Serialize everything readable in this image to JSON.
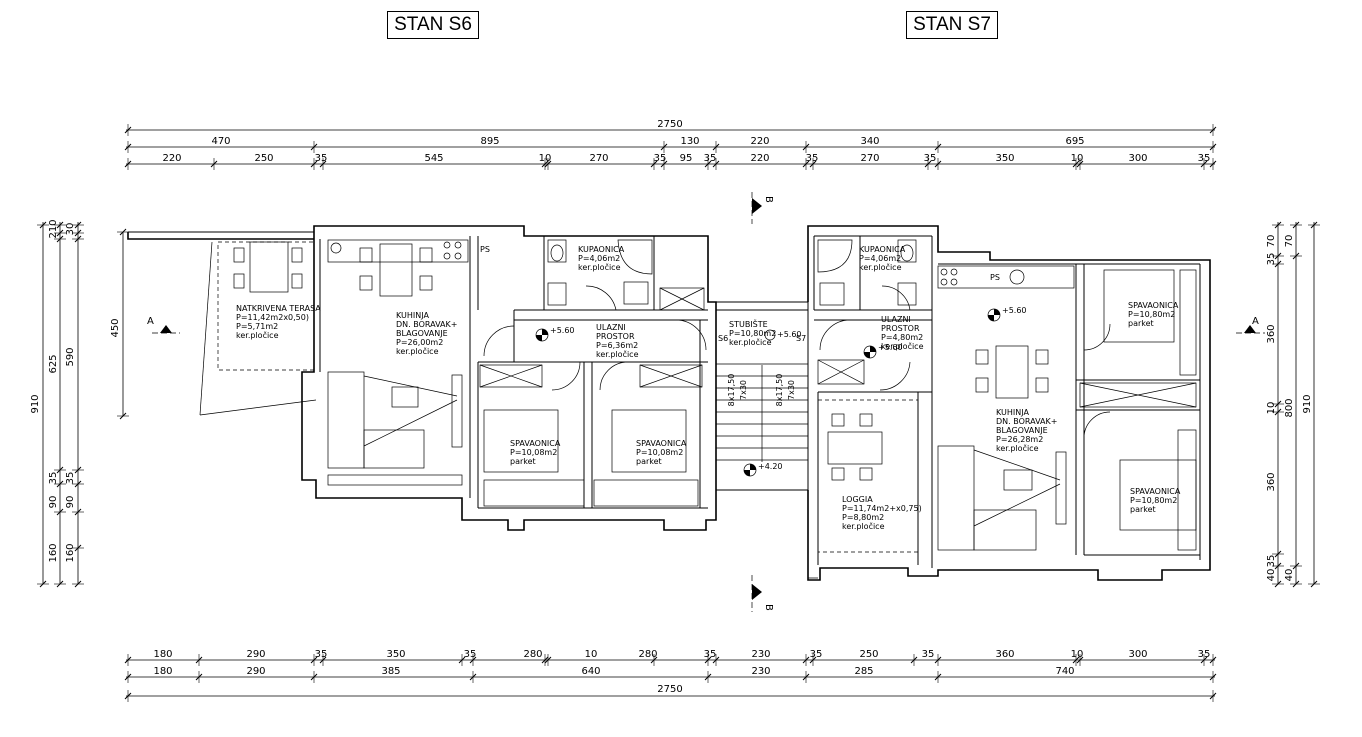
{
  "titles": {
    "s6": "STAN S6",
    "s7": "STAN S7"
  },
  "dims": {
    "total_top": "2750",
    "row2": [
      "470",
      "895",
      "130",
      "220",
      "340",
      "695"
    ],
    "row3": [
      "220",
      "250",
      "35",
      "545",
      "10",
      "270",
      "35",
      "95",
      "35",
      "220",
      "35",
      "270",
      "35",
      "350",
      "10",
      "300",
      "35"
    ],
    "bottom1": [
      "180",
      "290",
      "35",
      "350",
      "35",
      "280",
      "10",
      "280",
      "35",
      "230",
      "35",
      "250",
      "35",
      "360",
      "10",
      "300",
      "35"
    ],
    "bottom2": [
      "180",
      "290",
      "385",
      "640",
      "230",
      "285",
      "740"
    ],
    "total_bottom": "2750",
    "left_outer": "910",
    "left_mid": "625",
    "left_inner": [
      "210",
      "30",
      "30",
      "590",
      "35",
      "90",
      "160"
    ],
    "left_inner2": [
      "30",
      "90",
      "160"
    ],
    "left_terrace": "450",
    "right_outer": "910",
    "right_mid": [
      "70",
      "35",
      "360",
      "10",
      "360",
      "35",
      "40"
    ],
    "right_inner": [
      "70",
      "800",
      "40"
    ]
  },
  "sections": {
    "a": "A",
    "b": "B"
  },
  "rooms": {
    "terasa": {
      "name": "NATKRIVENA TERASA",
      "area": "P=11,42m2x0,50)",
      "area2": "P=5,71m2",
      "floor": "ker.pločice"
    },
    "kuhinja_s6": {
      "name": "KUHINJA",
      "name2": "DN. BORAVAK+",
      "name3": "BLAGOVANJE",
      "area": "P=26,00m2",
      "floor": "ker.pločice"
    },
    "kupaonica_s6": {
      "name": "KUPAONICA",
      "area": "P=4,06m2",
      "floor": "ker.pločice"
    },
    "ulazni_s6": {
      "name": "ULAZNI",
      "name2": "PROSTOR",
      "area": "P=6,36m2",
      "floor": "ker.pločice"
    },
    "spavaonica1_s6": {
      "name": "SPAVAONICA",
      "area": "P=10,08m2",
      "floor": "parket"
    },
    "spavaonica2_s6": {
      "name": "SPAVAONICA",
      "area": "P=10,08m2",
      "floor": "parket"
    },
    "stubiste": {
      "name": "STUBIŠTE",
      "area": "P=10,80m2",
      "floor": "ker.pločice"
    },
    "kupaonica_s7": {
      "name": "KUPAONICA",
      "area": "P=4,06m2",
      "floor": "ker.pločice"
    },
    "ulazni_s7": {
      "name": "ULAZNI",
      "name2": "PROSTOR",
      "area": "P=4,80m2",
      "floor": "ker.pločice"
    },
    "loggia": {
      "name": "LOGGIA",
      "area": "P=11,74m2+x0,75)",
      "area2": "P=8,80m2",
      "floor": "ker.pločice"
    },
    "kuhinja_s7": {
      "name": "KUHINJA",
      "name2": "DN. BORAVAK+",
      "name3": "BLAGOVANJE",
      "area": "P=26,28m2",
      "floor": "ker.pločice"
    },
    "spavaonica1_s7": {
      "name": "SPAVAONICA",
      "area": "P=10,80m2",
      "floor": "parket"
    },
    "spavaonica2_s7": {
      "name": "SPAVAONICA",
      "area": "P=10,80m2",
      "floor": "parket"
    }
  },
  "tags": {
    "ps": "PS",
    "s6": "S6",
    "s7": "S7"
  },
  "levels": {
    "l1": "+5.60",
    "l2": "+5.60",
    "l3": "+5.60",
    "l4": "+4.20",
    "l5": "+5.60"
  },
  "stairs": {
    "a": "8x17,50",
    "a2": "7x30",
    "b": "8x17,50",
    "b2": "7x30"
  }
}
